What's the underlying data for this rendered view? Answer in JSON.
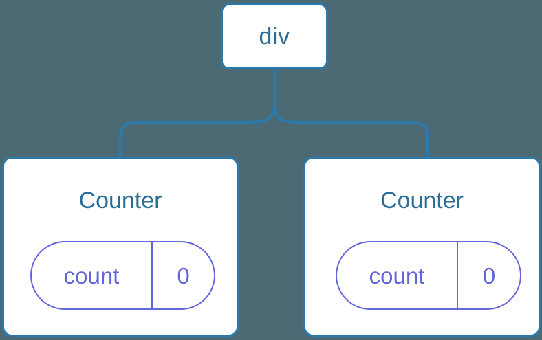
{
  "diagram": {
    "type": "component-tree",
    "background_color": "#4c6a73",
    "connector_color": "#2b7aad",
    "root": {
      "label": "div",
      "border_color": "#2b7aad",
      "text_color": "#2b6f99"
    },
    "children": [
      {
        "title": "Counter",
        "title_color": "#2b6f99",
        "border_color": "#2b7aad",
        "state": {
          "key": "count",
          "value": "0",
          "color": "#6366d8"
        }
      },
      {
        "title": "Counter",
        "title_color": "#2b6f99",
        "border_color": "#2b7aad",
        "state": {
          "key": "count",
          "value": "0",
          "color": "#6366d8"
        }
      }
    ]
  }
}
